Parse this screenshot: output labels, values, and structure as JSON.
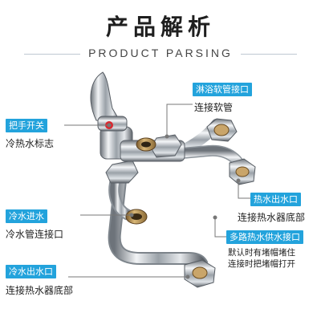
{
  "header": {
    "title": "产品解析",
    "subtitle": "PRODUCT PARSING"
  },
  "annotations": {
    "shower_hose": {
      "tag": "淋浴软管接口",
      "desc": "连接软管"
    },
    "handle": {
      "tag": "把手开关",
      "desc": "冷热水标志"
    },
    "hot_out": {
      "tag": "热水出水口",
      "desc": "连接热水器底部"
    },
    "cold_in": {
      "tag": "冷水进水",
      "desc": "冷水管连接口"
    },
    "multi": {
      "tag": "多路热水供水接口",
      "desc1": "默认时有堵帽堵住",
      "desc2": "连接时把堵帽打开"
    },
    "cold_out": {
      "tag": "冷水出水口",
      "desc": "连接热水器底部"
    }
  },
  "colors": {
    "accent": "#23a3dc",
    "handle_red": "#d9282f"
  }
}
